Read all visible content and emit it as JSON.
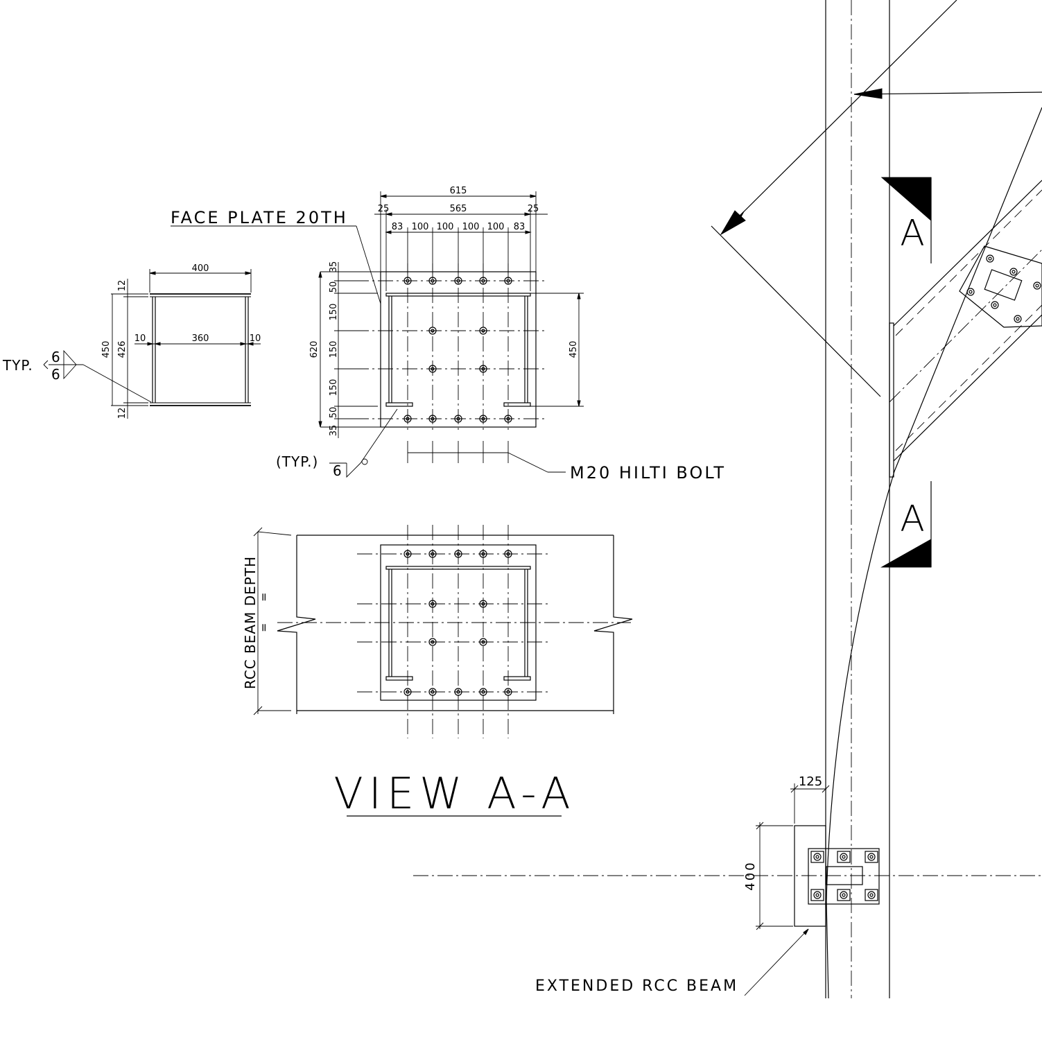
{
  "labels": {
    "face_plate": "FACE PLATE 20TH",
    "hilti_bolt": "M20 HILTI BOLT",
    "typ_left": "TYP.",
    "typ_bottom": "(TYP.)",
    "rcc_beam_depth": "RCC BEAM DEPTH",
    "equal_marks": "=",
    "view_title": "VIEW A-A",
    "extended_rcc_beam": "EXTENDED RCC BEAM",
    "section_mark": "A"
  },
  "weld_symbols": {
    "left_top": "6",
    "left_bottom": "6",
    "bottom": "6"
  },
  "dims": {
    "section_width": "400",
    "flange_top": "12",
    "flange_bottom": "12",
    "overall_depth": "450",
    "web_depth": "426",
    "web_gap_left": "10",
    "web_clear": "360",
    "web_gap_right": "10",
    "plate_width": "615",
    "edge_left": "25",
    "inner_width": "565",
    "edge_right": "25",
    "pitch": [
      "83",
      "100",
      "100",
      "100",
      "100",
      "83"
    ],
    "plate_height": "620",
    "rows": [
      "35",
      "50",
      "150",
      "150",
      "150",
      "50",
      "35"
    ],
    "member_depth": "450",
    "column_offset": "125",
    "beam_width": "400"
  }
}
